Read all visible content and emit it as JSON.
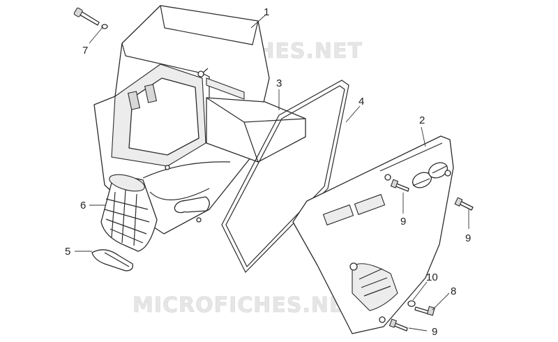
{
  "watermark": "MICROFICHES.NET",
  "callouts": {
    "c1": "1",
    "c2": "2",
    "c3": "3",
    "c4": "4",
    "c5": "5",
    "c6": "6",
    "c7": "7",
    "c8": "8",
    "c9a": "9",
    "c9b": "9",
    "c9c": "9",
    "c10": "10"
  },
  "colors": {
    "line": "#2a2a2a",
    "watermark": "#e6e6e6"
  }
}
